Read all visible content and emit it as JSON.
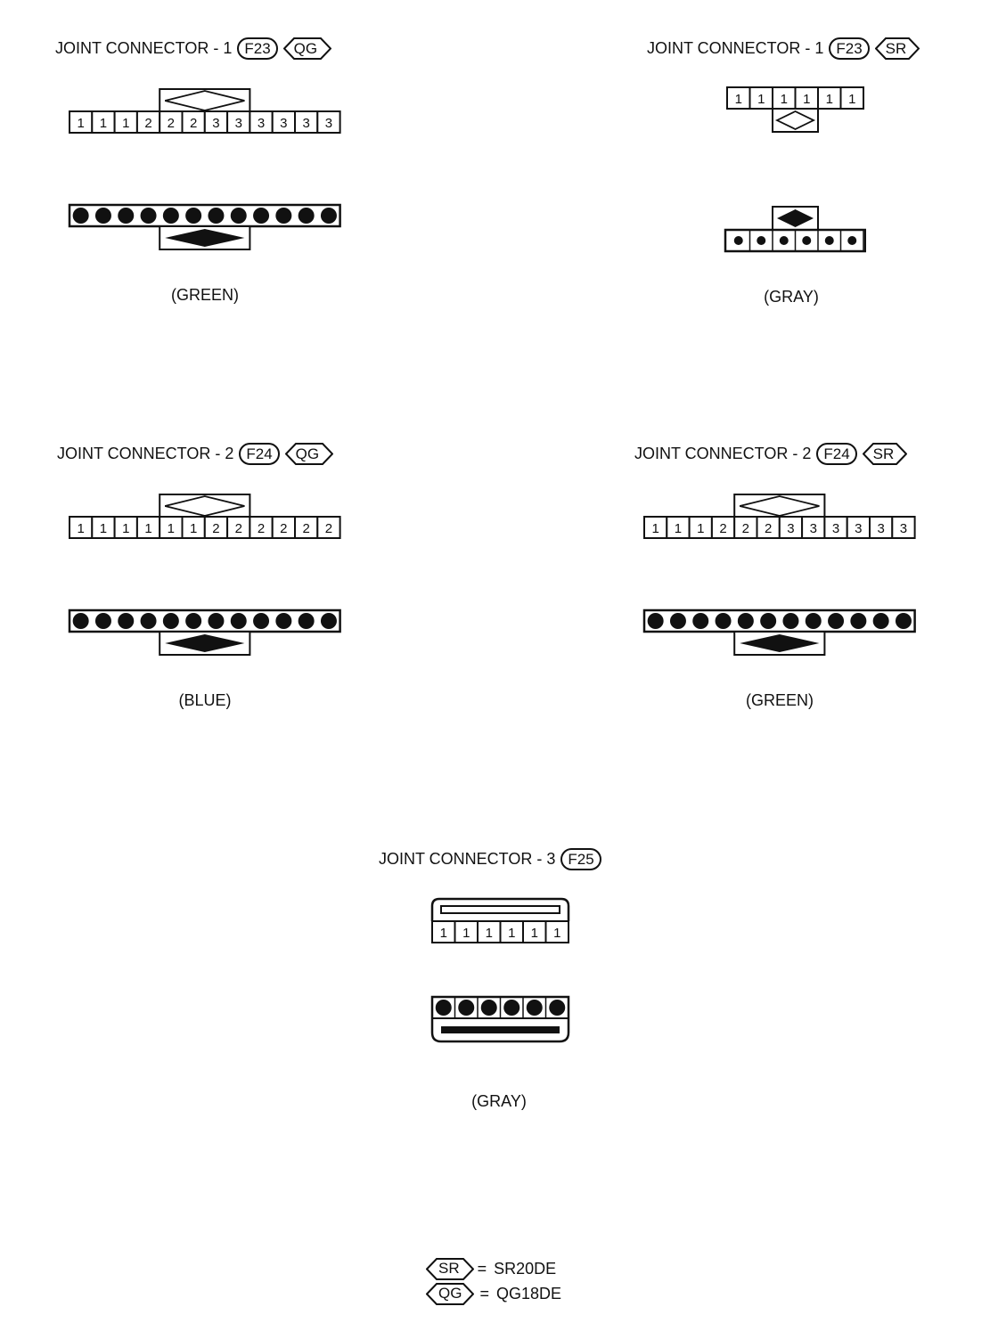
{
  "connectors": [
    {
      "title": "JOINT CONNECTOR - 1",
      "code": "F23",
      "engine": "QG",
      "pins": [
        "1",
        "1",
        "1",
        "2",
        "2",
        "2",
        "3",
        "3",
        "3",
        "3",
        "3",
        "3"
      ],
      "color": "(GREEN)"
    },
    {
      "title": "JOINT CONNECTOR - 1",
      "code": "F23",
      "engine": "SR",
      "pins": [
        "1",
        "1",
        "1",
        "1",
        "1",
        "1"
      ],
      "color": "(GRAY)"
    },
    {
      "title": "JOINT CONNECTOR - 2",
      "code": "F24",
      "engine": "QG",
      "pins": [
        "1",
        "1",
        "1",
        "1",
        "1",
        "1",
        "2",
        "2",
        "2",
        "2",
        "2",
        "2"
      ],
      "color": "(BLUE)"
    },
    {
      "title": "JOINT CONNECTOR - 2",
      "code": "F24",
      "engine": "SR",
      "pins": [
        "1",
        "1",
        "1",
        "2",
        "2",
        "2",
        "3",
        "3",
        "3",
        "3",
        "3",
        "3"
      ],
      "color": "(GREEN)"
    },
    {
      "title": "JOINT CONNECTOR - 3",
      "code": "F25",
      "engine": "",
      "pins": [
        "1",
        "1",
        "1",
        "1",
        "1",
        "1"
      ],
      "color": "(GRAY)"
    }
  ],
  "legend": [
    {
      "abbr": "SR",
      "eq": "=",
      "name": "SR20DE"
    },
    {
      "abbr": "QG",
      "eq": "=",
      "name": "QG18DE"
    }
  ]
}
